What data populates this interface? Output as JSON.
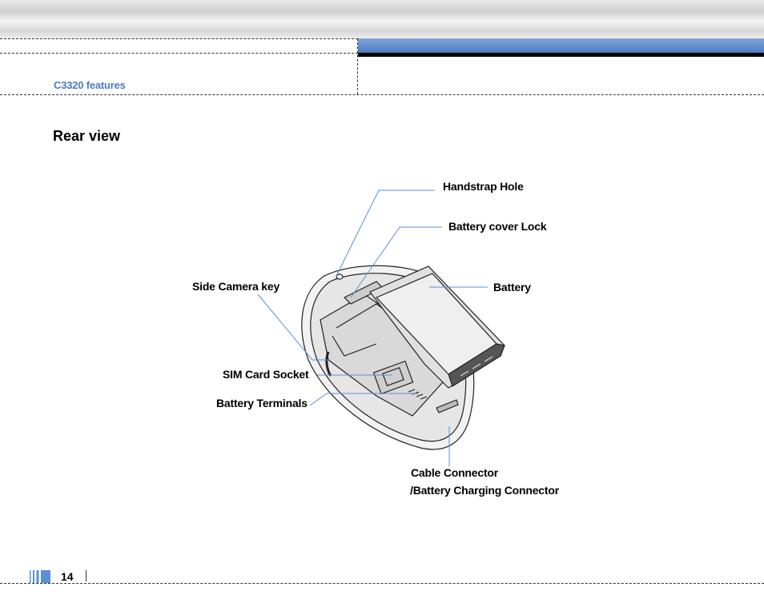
{
  "header": {
    "section_label": "C3320 features",
    "accent_color": "#4d7bc4"
  },
  "page": {
    "title": "Rear view",
    "number": "14"
  },
  "callouts": {
    "handstrap_hole": "Handstrap Hole",
    "battery_cover_lock": "Battery cover Lock",
    "battery": "Battery",
    "side_camera_key": "Side Camera key",
    "sim_card_socket": "SIM Card Socket",
    "battery_terminals": "Battery Terminals",
    "cable_connector_line1": "Cable Connector",
    "cable_connector_line2": "/Battery Charging Connector"
  },
  "leader_color": "#5b8fd6"
}
